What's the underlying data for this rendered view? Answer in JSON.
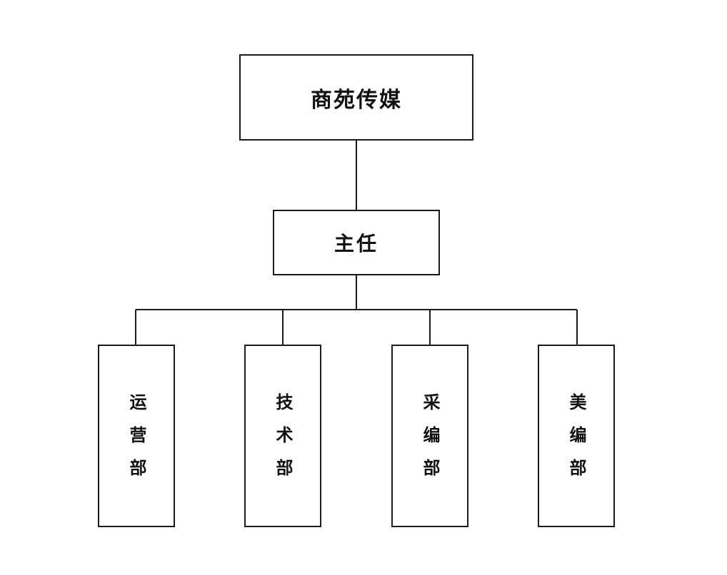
{
  "org_chart": {
    "root": {
      "label": "商苑传媒"
    },
    "manager": {
      "label": "主任"
    },
    "departments": [
      {
        "label": "运营部"
      },
      {
        "label": "技术部"
      },
      {
        "label": "采编部"
      },
      {
        "label": "美编部"
      }
    ]
  }
}
